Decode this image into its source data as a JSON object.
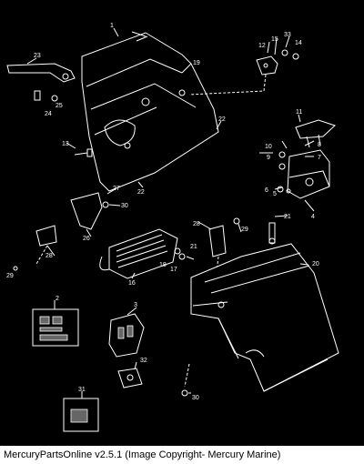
{
  "callouts": [
    {
      "id": "c1",
      "text": "1"
    },
    {
      "id": "c2",
      "text": "2"
    },
    {
      "id": "c3",
      "text": "3"
    },
    {
      "id": "c4",
      "text": "4"
    },
    {
      "id": "c5",
      "text": "5"
    },
    {
      "id": "c6",
      "text": "6"
    },
    {
      "id": "c7",
      "text": "7"
    },
    {
      "id": "c8",
      "text": "8"
    },
    {
      "id": "c9",
      "text": "9"
    },
    {
      "id": "c10",
      "text": "10"
    },
    {
      "id": "c11",
      "text": "11"
    },
    {
      "id": "c12",
      "text": "12"
    },
    {
      "id": "c13",
      "text": "13"
    },
    {
      "id": "c14",
      "text": "14"
    },
    {
      "id": "c15",
      "text": "15"
    },
    {
      "id": "c16",
      "text": "16"
    },
    {
      "id": "c17",
      "text": "17"
    },
    {
      "id": "c18",
      "text": "18"
    },
    {
      "id": "c19",
      "text": "19"
    },
    {
      "id": "c20",
      "text": "20"
    },
    {
      "id": "c21a",
      "text": "21"
    },
    {
      "id": "c21b",
      "text": "21"
    },
    {
      "id": "c22a",
      "text": "22"
    },
    {
      "id": "c22b",
      "text": "22"
    },
    {
      "id": "c23",
      "text": "23"
    },
    {
      "id": "c24",
      "text": "24"
    },
    {
      "id": "c25",
      "text": "25"
    },
    {
      "id": "c26",
      "text": "26"
    },
    {
      "id": "c27",
      "text": "27"
    },
    {
      "id": "c28a",
      "text": "28"
    },
    {
      "id": "c28b",
      "text": "28"
    },
    {
      "id": "c29a",
      "text": "29"
    },
    {
      "id": "c29b",
      "text": "29"
    },
    {
      "id": "c30a",
      "text": "30"
    },
    {
      "id": "c30b",
      "text": "30"
    },
    {
      "id": "c31",
      "text": "31"
    },
    {
      "id": "c32",
      "text": "32"
    },
    {
      "id": "c33",
      "text": "33"
    }
  ],
  "footer": {
    "text": "MercuryPartsOnline v2.5.1 (Image Copyright- Mercury Marine)"
  }
}
